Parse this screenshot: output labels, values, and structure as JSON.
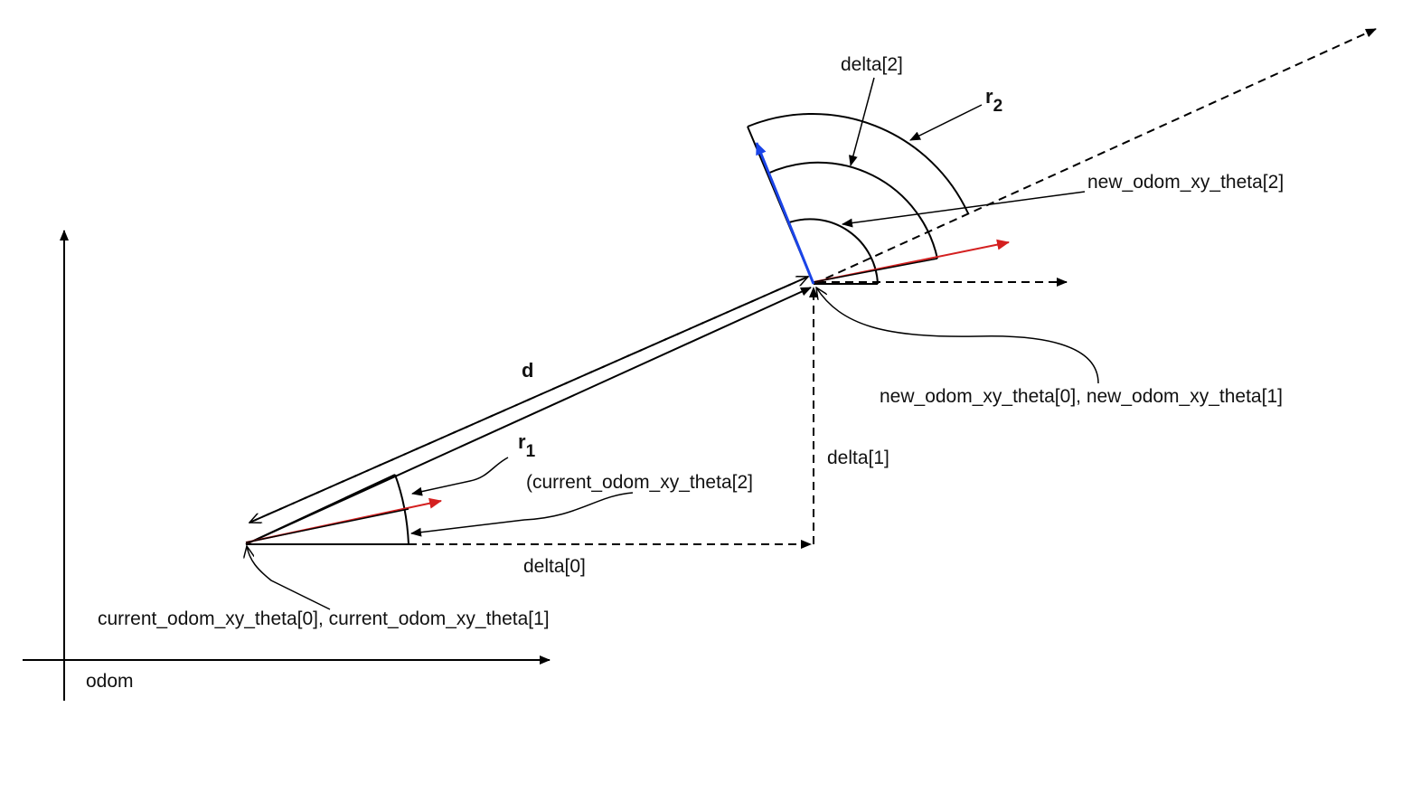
{
  "labels": {
    "frame": "odom",
    "start_point": "current_odom_xy_theta[0], current_odom_xy_theta[1]",
    "end_point": "new_odom_xy_theta[0], new_odom_xy_theta[1]",
    "start_heading": "(current_odom_xy_theta[2]",
    "end_heading": "new_odom_xy_theta[2]",
    "delta_x": "delta[0]",
    "delta_y": "delta[1]",
    "delta_theta": "delta[2]",
    "distance": "d",
    "rotation_1_base": "r",
    "rotation_1_sub": "1",
    "rotation_2_base": "r",
    "rotation_2_sub": "2"
  },
  "colors": {
    "line": "#000000",
    "heading_arrow": "#d42020",
    "final_heading_arrow": "#1a44e8",
    "text": "#111111"
  }
}
